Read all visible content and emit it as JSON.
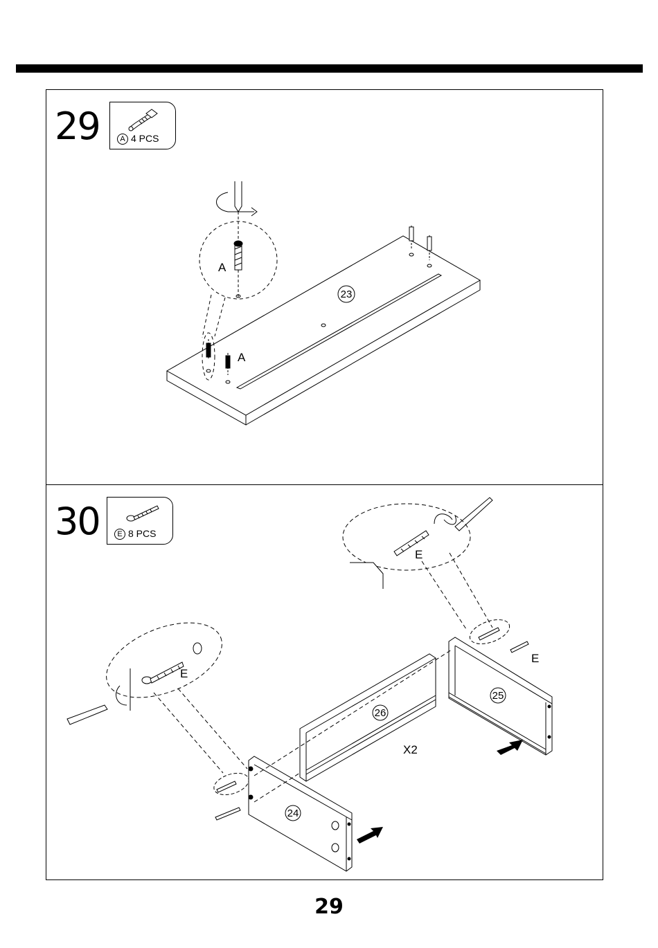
{
  "steps": [
    {
      "number": "29",
      "hardware": {
        "letter": "A",
        "quantity": "4 PCS"
      },
      "part_numbers": [
        "23"
      ],
      "callouts": [
        "A",
        "A"
      ]
    },
    {
      "number": "30",
      "hardware": {
        "letter": "E",
        "quantity": "8 PCS"
      },
      "part_numbers": [
        "26",
        "25",
        "24"
      ],
      "callouts": [
        "E",
        "E",
        "E"
      ],
      "multiplier": "X2"
    }
  ],
  "page_number": "29"
}
